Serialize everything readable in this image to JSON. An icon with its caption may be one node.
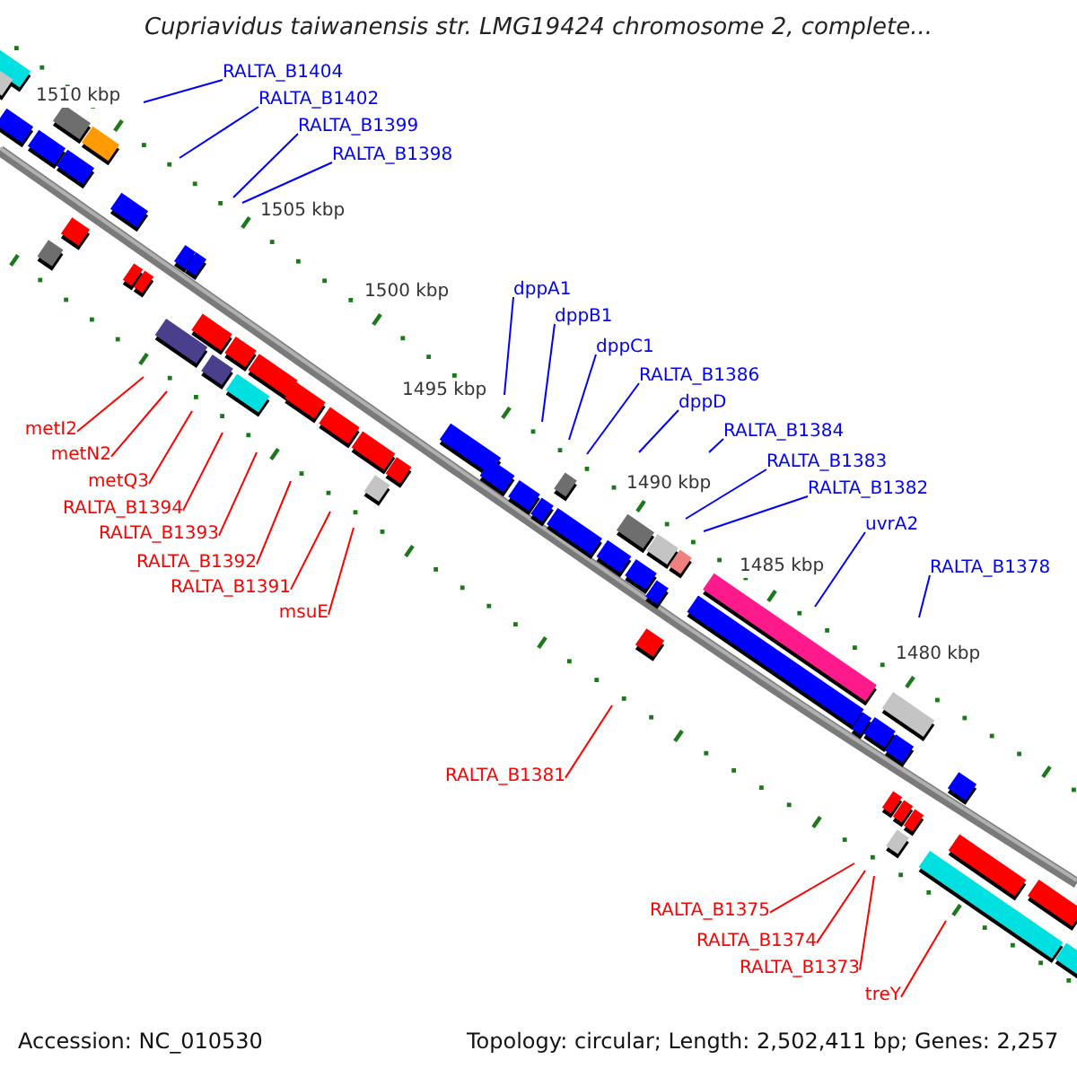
{
  "diagram": {
    "title": "Cupriavidus taiwanensis str. LMG19424 chromosome 2, complete...",
    "nodes": [
      {
        "text": [
          "RALTA_B1404"
        ]
      },
      {
        "text": [
          "RALTA_B1402"
        ]
      },
      {
        "text": [
          "RALTA_B1399"
        ]
      },
      {
        "text": [
          "RALTA_B1398"
        ]
      },
      {
        "text": [
          "dppA1"
        ]
      },
      {
        "text": [
          "dppB1"
        ]
      },
      {
        "text": [
          "dppC1"
        ]
      },
      {
        "text": [
          "RALTA_B1386"
        ]
      },
      {
        "text": [
          "dppD"
        ]
      },
      {
        "text": [
          "RALTA_B1384"
        ]
      },
      {
        "text": [
          "RALTA_B1383"
        ]
      },
      {
        "text": [
          "RALTA_B1382"
        ]
      },
      {
        "text": [
          "uvrA2"
        ]
      },
      {
        "text": [
          "RALTA_B1378"
        ]
      },
      {
        "text": [
          "metI2"
        ]
      },
      {
        "text": [
          "metN2"
        ]
      },
      {
        "text": [
          "metQ3"
        ]
      },
      {
        "text": [
          "RALTA_B1394"
        ]
      },
      {
        "text": [
          "RALTA_B1393"
        ]
      },
      {
        "text": [
          "RALTA_B1392"
        ]
      },
      {
        "text": [
          "RALTA_B1391"
        ]
      },
      {
        "text": [
          "msuE"
        ]
      },
      {
        "text": [
          "RALTA_B1381"
        ]
      },
      {
        "text": [
          "RALTA_B1375"
        ]
      },
      {
        "text": [
          "RALTA_B1374"
        ]
      },
      {
        "text": [
          "RALTA_B1373"
        ]
      },
      {
        "text": [
          "treY"
        ]
      }
    ],
    "edges": [
      {
        "from": 0,
        "to": null,
        "arrow": "none"
      },
      {
        "from": 1,
        "to": null,
        "arrow": "none"
      },
      {
        "from": 2,
        "to": null,
        "arrow": "none"
      },
      {
        "from": 3,
        "to": null,
        "arrow": "none"
      },
      {
        "from": 4,
        "to": null,
        "arrow": "none"
      },
      {
        "from": 5,
        "to": null,
        "arrow": "none"
      },
      {
        "from": 6,
        "to": null,
        "arrow": "none"
      },
      {
        "from": 7,
        "to": null,
        "arrow": "none"
      },
      {
        "from": 8,
        "to": null,
        "arrow": "none"
      },
      {
        "from": 9,
        "to": null,
        "arrow": "none"
      },
      {
        "from": 10,
        "to": null,
        "arrow": "none"
      },
      {
        "from": 11,
        "to": null,
        "arrow": "none"
      },
      {
        "from": 12,
        "to": null,
        "arrow": "none"
      },
      {
        "from": 13,
        "to": null,
        "arrow": "none"
      },
      {
        "from": 14,
        "to": null,
        "arrow": "none",
        "color": "#ff0000"
      },
      {
        "from": 15,
        "to": null,
        "arrow": "none",
        "color": "#ff0000"
      },
      {
        "from": 16,
        "to": null,
        "arrow": "none",
        "color": "#ff0000"
      },
      {
        "from": 17,
        "to": null,
        "arrow": "none",
        "color": "#ff0000"
      },
      {
        "from": 18,
        "to": null,
        "arrow": "none",
        "color": "#ff0000"
      },
      {
        "from": 19,
        "to": null,
        "arrow": "none",
        "color": "#ff0000"
      },
      {
        "from": 20,
        "to": null,
        "arrow": "none",
        "color": "#ff0000"
      },
      {
        "from": 21,
        "to": null,
        "arrow": "none",
        "color": "#ff0000"
      },
      {
        "from": 22,
        "to": null,
        "arrow": "none",
        "color": "#ff0000"
      },
      {
        "from": 23,
        "to": null,
        "arrow": "none",
        "color": "#ff0000"
      },
      {
        "from": 24,
        "to": null,
        "arrow": "none",
        "color": "#ff0000"
      },
      {
        "from": 25,
        "to": null,
        "arrow": "none",
        "color": "#ff0000"
      },
      {
        "from": 26,
        "to": null,
        "arrow": "none",
        "color": "#ff0000"
      }
    ],
    "labels": [
      "1510 kbp",
      "1505 kbp",
      "1500 kbp",
      "1495 kbp",
      "1490 kbp",
      "1485 kbp",
      "1480 kbp",
      "Accession: NC_010530",
      "Topology: circular; Length: 2,502,411 bp; Genes: 2,257"
    ]
  }
}
